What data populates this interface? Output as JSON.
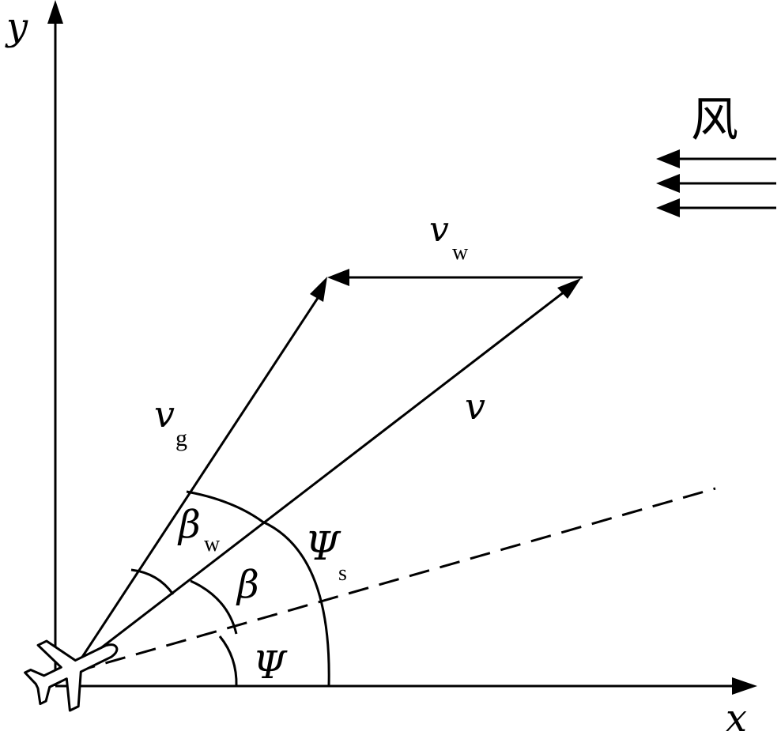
{
  "axes": {
    "x_label": "x",
    "y_label": "y"
  },
  "wind": {
    "label": "风",
    "arrow_count": 3
  },
  "vectors": {
    "v": {
      "symbol": "v"
    },
    "v_g": {
      "symbol": "v",
      "subscript": "g"
    },
    "v_w": {
      "symbol": "v",
      "subscript": "w"
    }
  },
  "angles": {
    "psi": {
      "symbol": "Ψ"
    },
    "beta": {
      "symbol": "β"
    },
    "beta_w": {
      "symbol": "β",
      "subscript": "w"
    },
    "psi_s": {
      "symbol": "Ψ",
      "subscript": "s"
    }
  },
  "colors": {
    "stroke": "#000000",
    "background": "#ffffff"
  }
}
